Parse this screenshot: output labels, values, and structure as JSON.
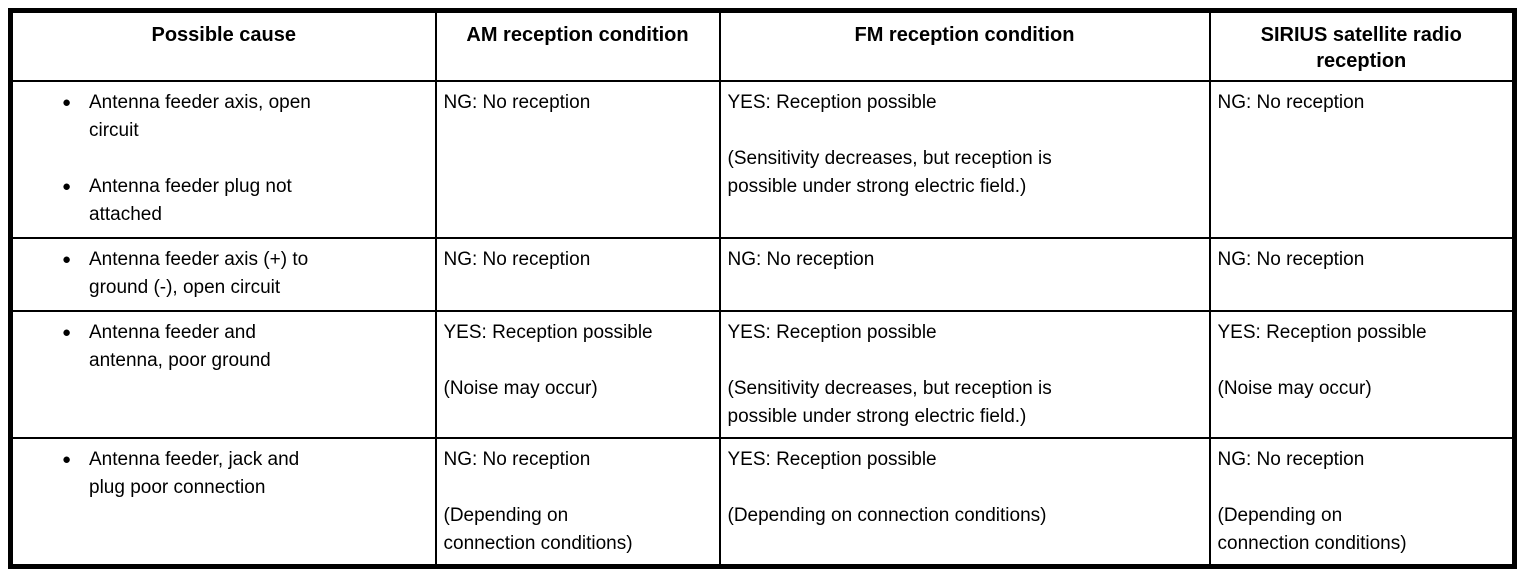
{
  "table": {
    "headers": {
      "cause": "Possible cause",
      "am": "AM reception condition",
      "fm": "FM reception condition",
      "sirius": "SIRIUS satellite radio\nreception"
    },
    "bullet_glyph": "●",
    "rows": [
      {
        "causes": [
          "Antenna feeder axis, open\ncircuit",
          "Antenna feeder plug not\nattached"
        ],
        "am": [
          "NG: No reception"
        ],
        "fm": [
          "YES: Reception possible",
          "(Sensitivity decreases, but reception is\npossible under strong electric field.)"
        ],
        "sirius": [
          "NG: No reception"
        ]
      },
      {
        "causes": [
          "Antenna feeder axis (+) to\nground (-), open circuit"
        ],
        "am": [
          "NG: No reception"
        ],
        "fm": [
          "NG: No reception"
        ],
        "sirius": [
          "NG: No reception"
        ]
      },
      {
        "causes": [
          "Antenna feeder and\nantenna, poor ground"
        ],
        "am": [
          "YES: Reception possible",
          "(Noise may occur)"
        ],
        "fm": [
          "YES: Reception possible",
          "(Sensitivity decreases, but reception is\npossible under strong electric field.)"
        ],
        "sirius": [
          "YES: Reception possible",
          "(Noise may occur)"
        ]
      },
      {
        "causes": [
          "Antenna feeder, jack and\nplug poor connection"
        ],
        "am": [
          "NG: No reception",
          "(Depending on\nconnection conditions)"
        ],
        "fm": [
          "YES: Reception possible",
          "(Depending on connection conditions)"
        ],
        "sirius": [
          "NG: No reception",
          "(Depending on\nconnection conditions)"
        ]
      }
    ]
  }
}
